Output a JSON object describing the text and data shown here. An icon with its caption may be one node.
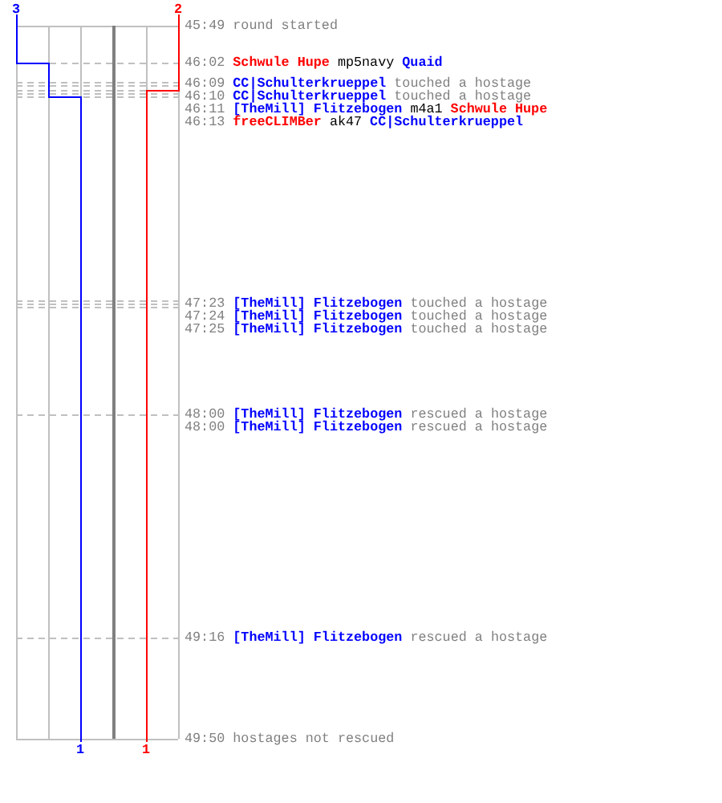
{
  "diagram": {
    "labels": [
      "3",
      "2",
      "45:49",
      "round started",
      "46:02",
      "Schwule Hupe",
      "mp5navy",
      "Quaid",
      "46:09",
      "CC|Schulterkrueppel",
      "touched a hostage",
      "46:10",
      "CC|Schulterkrueppel",
      "touched a hostage",
      "46:11",
      "[TheMill] Flitzebogen",
      "m4a1",
      "Schwule Hupe",
      "46:13",
      "freeCLIMBer",
      "ak47",
      "CC|Schulterkrueppel",
      "47:23",
      "[TheMill] Flitzebogen",
      "touched a hostage",
      "47:24",
      "[TheMill] Flitzebogen",
      "touched a hostage",
      "47:25",
      "[TheMill] Flitzebogen",
      "touched a hostage",
      "48:00",
      "[TheMill] Flitzebogen",
      "rescued a hostage",
      "48:00",
      "[TheMill] Flitzebogen",
      "rescued a hostage",
      "49:16",
      "[TheMill] Flitzebogen",
      "rescued a hostage",
      "49:50",
      "hostages not rescued",
      "1",
      "1"
    ]
  }
}
